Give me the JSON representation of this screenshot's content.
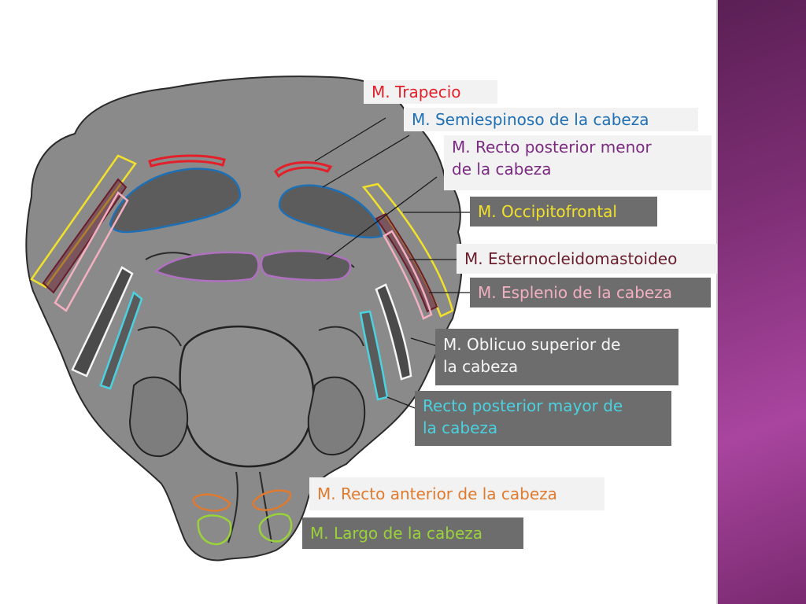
{
  "colors": {
    "bone": "#888888",
    "bone_dark": "#5c5c5c",
    "outline": "#222222",
    "side_bar": "#7e2f75",
    "trapecio": "#e3202a",
    "semiespinoso": "#1f6fb5",
    "recto_posterior_menor": "#7a2a80",
    "occipitofrontal": "#f2e12a",
    "esternocleidomastoideo": "#6a1d2a",
    "esplenio": "#f3b0c0",
    "oblicuo_superior": "#f5f5f5",
    "recto_posterior_mayor": "#4ad2e0",
    "recto_anterior": "#e07a2e",
    "largo": "#9ad23a"
  },
  "labels": {
    "trapecio": "M. Trapecio",
    "semiespinoso": "M. Semiespinoso de la cabeza",
    "recto_posterior_menor_1": "M. Recto posterior menor",
    "recto_posterior_menor_2": "de la cabeza",
    "occipitofrontal": "M. Occipitofrontal",
    "esternocleidomastoideo": "M. Esternocleidomastoideo",
    "esplenio": "M. Esplenio de la cabeza",
    "oblicuo_superior_1": "M. Oblicuo superior de",
    "oblicuo_superior_2": "la cabeza",
    "recto_posterior_mayor_1": "Recto posterior mayor de",
    "recto_posterior_mayor_2": "la cabeza",
    "recto_anterior": "M. Recto anterior de la cabeza",
    "largo": "M. Largo de la cabeza"
  }
}
